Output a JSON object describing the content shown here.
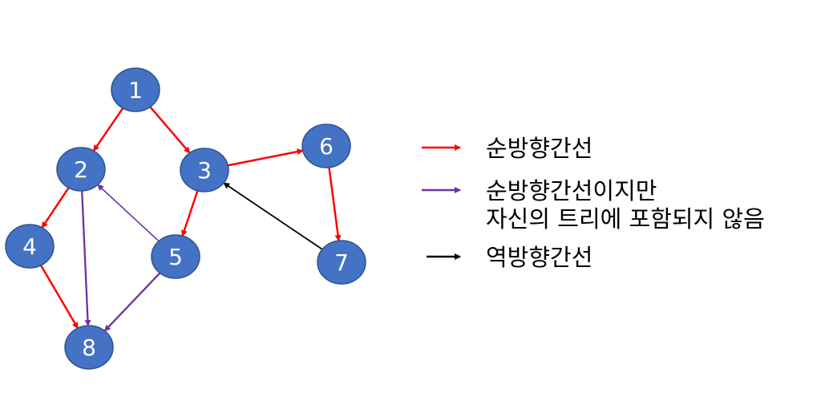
{
  "colors": {
    "node_fill": "#4472c4",
    "node_stroke": "#2f528f",
    "forward": "#ff0000",
    "forward_not_in_tree": "#7030a0",
    "backward": "#000000"
  },
  "nodes": [
    {
      "id": "1",
      "label": "1"
    },
    {
      "id": "2",
      "label": "2"
    },
    {
      "id": "3",
      "label": "3"
    },
    {
      "id": "4",
      "label": "4"
    },
    {
      "id": "5",
      "label": "5"
    },
    {
      "id": "6",
      "label": "6"
    },
    {
      "id": "7",
      "label": "7"
    },
    {
      "id": "8",
      "label": "8"
    }
  ],
  "edges": [
    {
      "from": "1",
      "to": "2",
      "kind": "forward"
    },
    {
      "from": "1",
      "to": "3",
      "kind": "forward"
    },
    {
      "from": "2",
      "to": "4",
      "kind": "forward"
    },
    {
      "from": "4",
      "to": "8",
      "kind": "forward"
    },
    {
      "from": "3",
      "to": "5",
      "kind": "forward"
    },
    {
      "from": "3",
      "to": "6",
      "kind": "forward"
    },
    {
      "from": "6",
      "to": "7",
      "kind": "forward"
    },
    {
      "from": "2",
      "to": "8",
      "kind": "forward_not_in_tree"
    },
    {
      "from": "5",
      "to": "8",
      "kind": "forward_not_in_tree"
    },
    {
      "from": "5",
      "to": "2",
      "kind": "forward_not_in_tree"
    },
    {
      "from": "7",
      "to": "3",
      "kind": "backward"
    }
  ],
  "legend": {
    "forward_label": "순방향간선",
    "forward_not_in_tree_line1": "순방향간선이지만",
    "forward_not_in_tree_line2": "자신의 트리에 포함되지 않음",
    "backward_label": "역방향간선"
  }
}
